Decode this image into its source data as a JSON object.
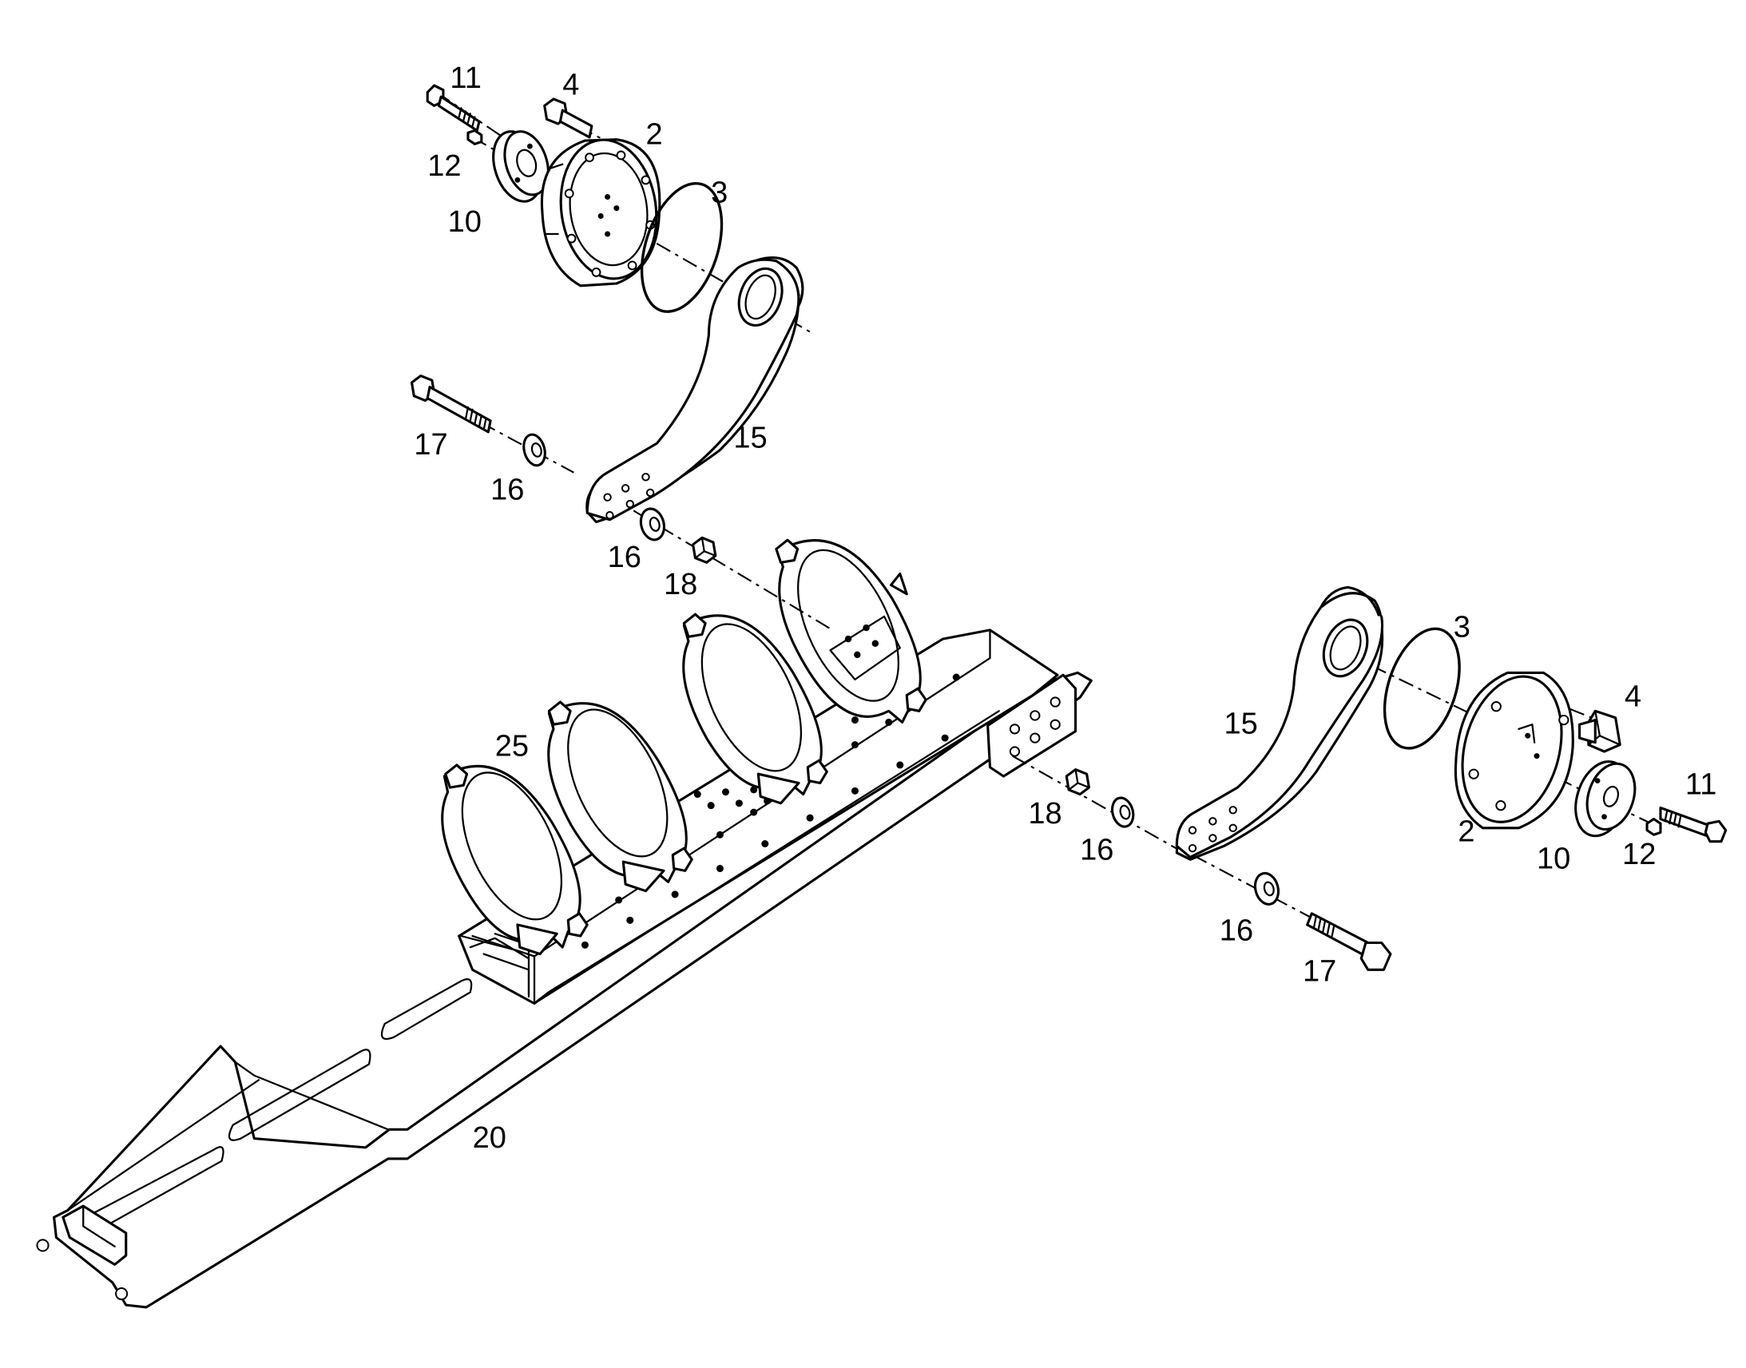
{
  "callouts": {
    "upper_11": "11",
    "upper_4": "4",
    "upper_2": "2",
    "upper_12": "12",
    "upper_3": "3",
    "upper_10": "10",
    "upper_15": "15",
    "upper_17": "17",
    "upper_16_a": "16",
    "upper_16_b": "16",
    "upper_18": "18",
    "clamp_25": "25",
    "frame_20": "20",
    "lower_3": "3",
    "lower_4": "4",
    "lower_15": "15",
    "lower_11": "11",
    "lower_18": "18",
    "lower_16_a": "16",
    "lower_2": "2",
    "lower_10": "10",
    "lower_12": "12",
    "lower_16_b": "16",
    "lower_17": "17"
  }
}
